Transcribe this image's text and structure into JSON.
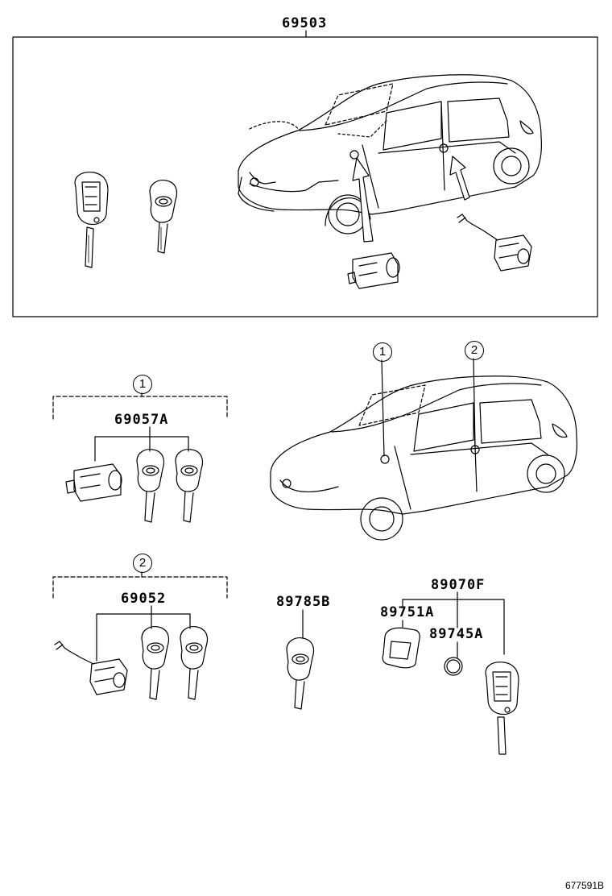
{
  "labels": {
    "assembly": "69503",
    "front_set_marker": "1",
    "front_set": "69057A",
    "rear_set_marker": "2",
    "rear_set": "69052",
    "key_plain": "89785B",
    "transmitter_assy": "89070F",
    "transmitter_case": "89751A",
    "battery": "89745A",
    "car_marker_1": "1",
    "car_marker_2": "2"
  },
  "illustration_ref": "677591B"
}
